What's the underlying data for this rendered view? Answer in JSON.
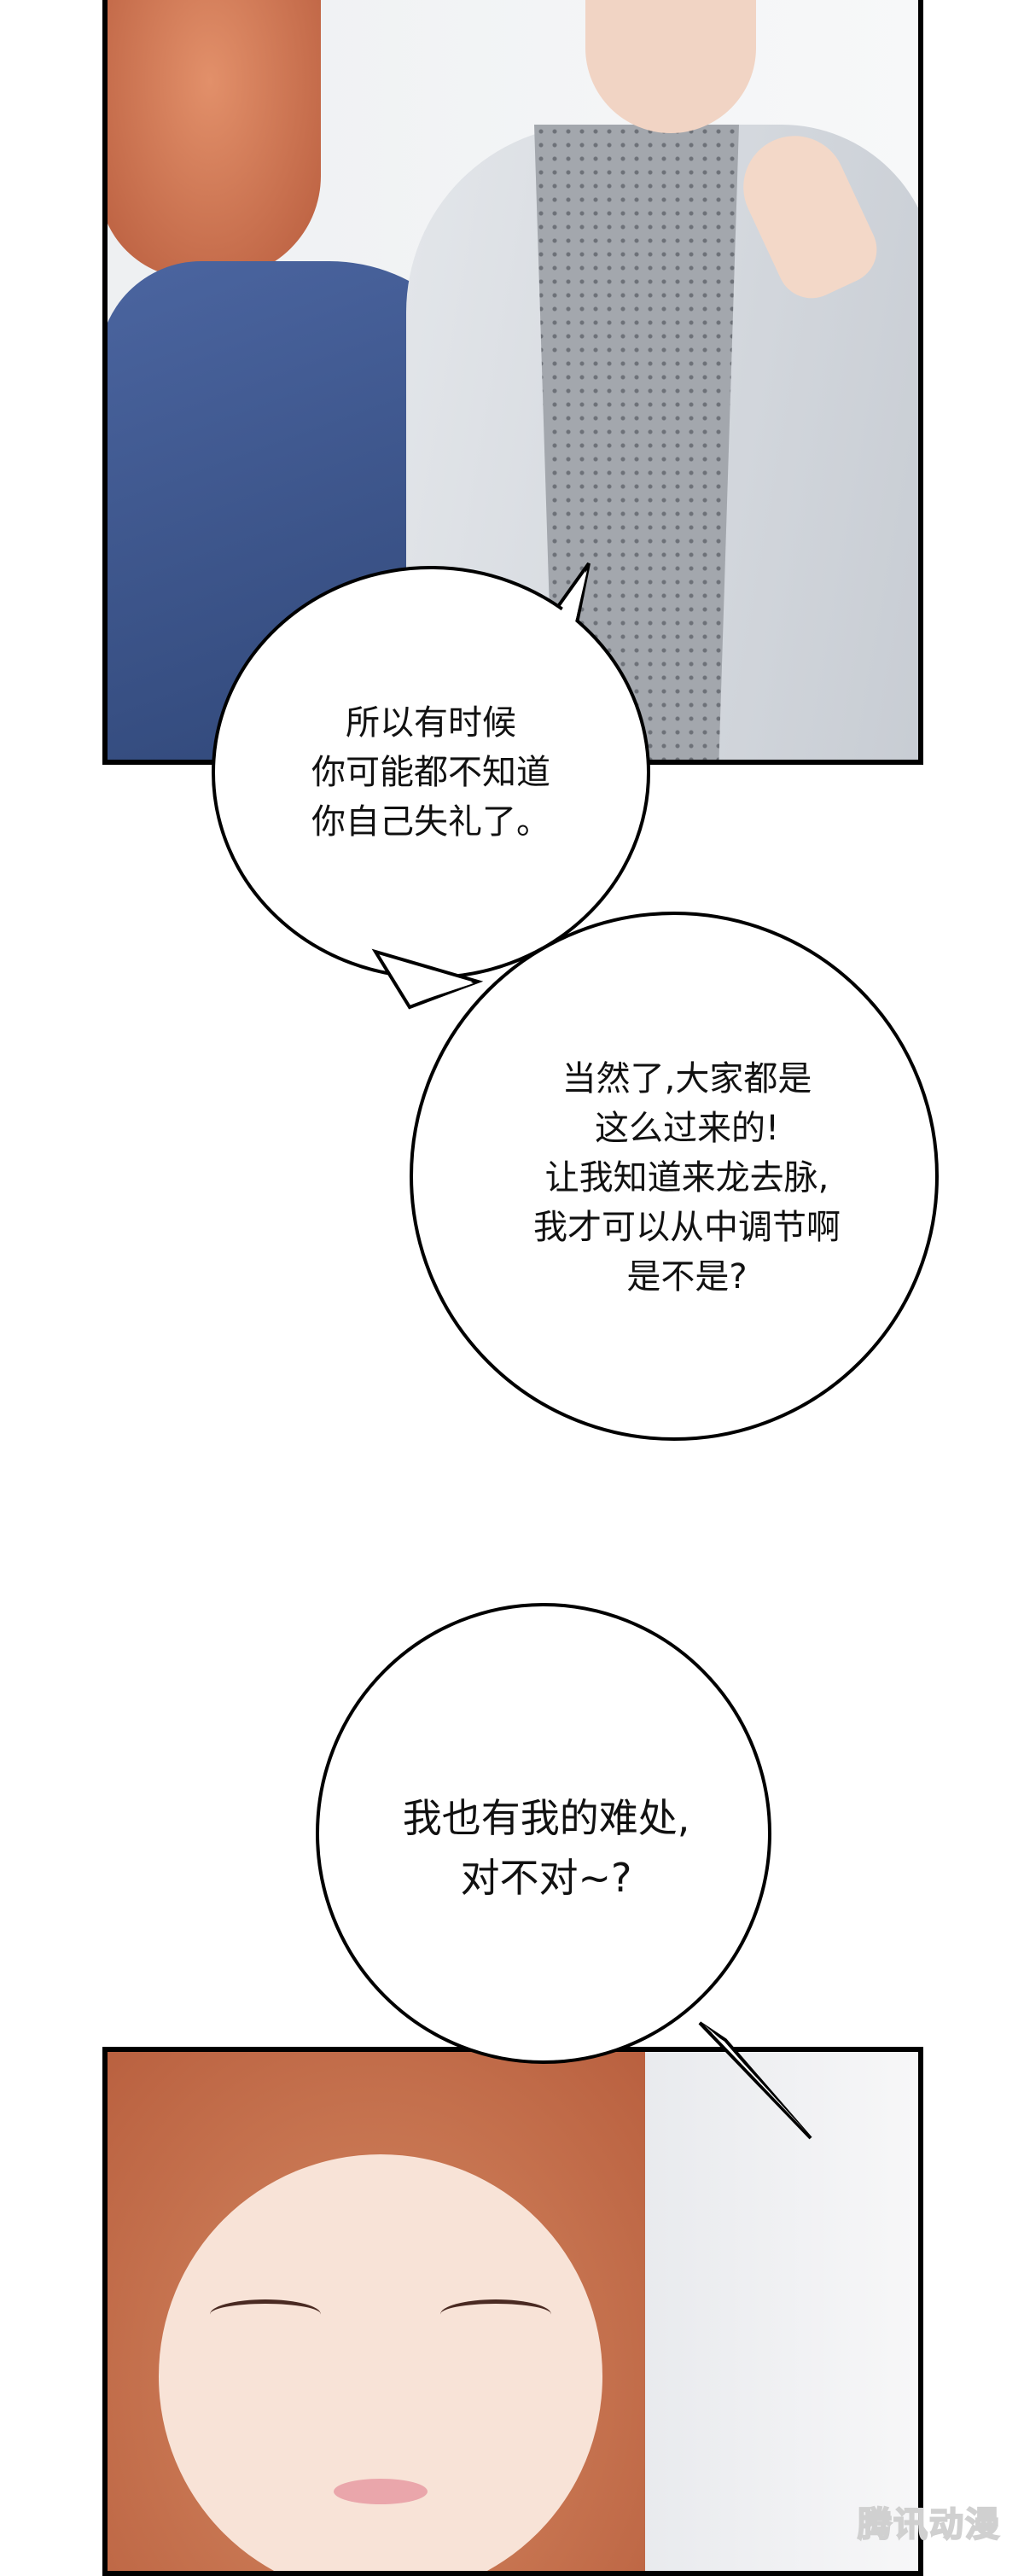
{
  "bubbles": [
    {
      "lines": [
        "所以有时候",
        "你可能都不知道",
        "你自己失礼了。"
      ]
    },
    {
      "lines": [
        "当然了,大家都是",
        "这么过来的!",
        "让我知道来龙去脉,",
        "我才可以从中调节啊",
        "是不是?"
      ]
    },
    {
      "lines": [
        "我也有我的难处,",
        "对不对~?"
      ]
    }
  ],
  "watermark": "腾讯动漫",
  "colors": {
    "hair": "#c9704e",
    "jacket_blue": "#3d5588",
    "suit_gray": "#d9dde2",
    "shirt_gray": "#8e9299"
  }
}
